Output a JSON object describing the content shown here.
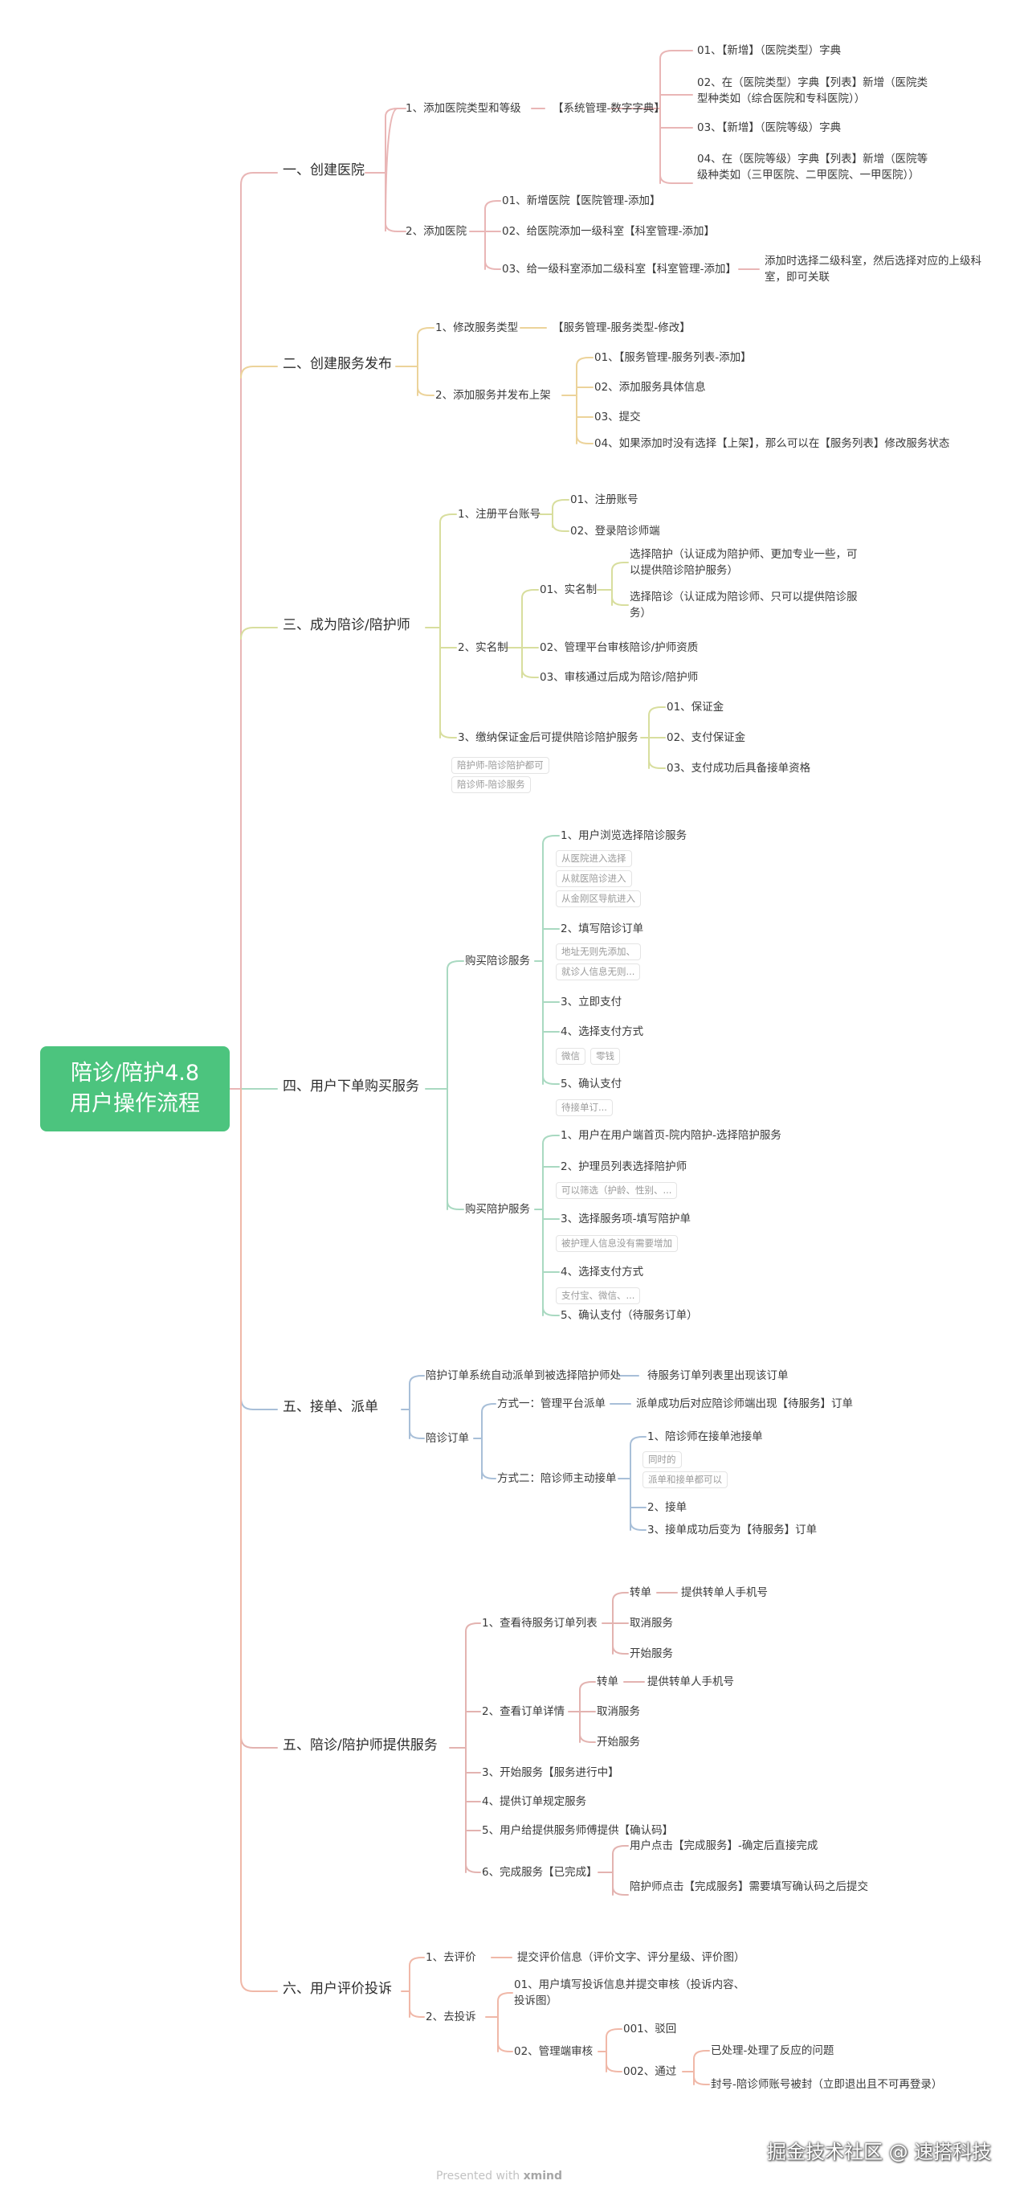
{
  "root": {
    "line1": "陪诊/陪护4.8",
    "line2": "用户操作流程"
  },
  "branches": {
    "b1": {
      "title": "一、创建医院",
      "a": "1、添加医院类型和等级",
      "a_link": "【系统管理-数字字典】",
      "a1": "01、【新增】（医院类型）字典",
      "a2": "02、在（医院类型）字典【列表】新增（医院类型种类如（综合医院和专科医院））",
      "a3": "03、【新增】（医院等级）字典",
      "a4": "04、在（医院等级）字典【列表】新增（医院等级种类如（三甲医院、二甲医院、一甲医院））",
      "b": "2、添加医院",
      "b1": "01、新增医院【医院管理-添加】",
      "b2": "02、给医院添加一级科室【科室管理-添加】",
      "b3": "03、给一级科室添加二级科室【科室管理-添加】",
      "b3_note": "添加时选择二级科室，然后选择对应的上级科室，即可关联"
    },
    "b2": {
      "title": "二、创建服务发布",
      "a": "1、修改服务类型",
      "a_link": "【服务管理-服务类型-修改】",
      "b": "2、添加服务并发布上架",
      "b1": "01、【服务管理-服务列表-添加】",
      "b2": "02、添加服务具体信息",
      "b3": "03、提交",
      "b4": "04、如果添加时没有选择【上架】，那么可以在【服务列表】修改服务状态"
    },
    "b3": {
      "title": "三、成为陪诊/陪护师",
      "a": "1、注册平台账号",
      "a1": "01、注册账号",
      "a2": "02、登录陪诊师端",
      "b": "2、实名制",
      "b1": "01、实名制",
      "b1a": "选择陪护（认证成为陪护师、更加专业一些，可以提供陪诊陪护服务）",
      "b1b": "选择陪诊（认证成为陪诊师、只可以提供陪诊服务）",
      "b2": "02、管理平台审核陪诊/护师资质",
      "b3": "03、审核通过后成为陪诊/陪护师",
      "c": "3、缴纳保证金后可提供陪诊陪护服务",
      "c1": "01、保证金",
      "c2": "02、支付保证金",
      "c3": "03、支付成功后具备接单资格",
      "c_note1": "陪护师-陪诊陪护都可",
      "c_note2": "陪诊师-陪诊服务"
    },
    "b4": {
      "title": "四、用户下单购买服务",
      "a": "购买陪诊服务",
      "a1": "1、用户浏览选择陪诊服务",
      "a1n1": "从医院进入选择",
      "a1n2": "从就医陪诊进入",
      "a1n3": "从金刚区导航进入",
      "a2": "2、填写陪诊订单",
      "a2n1": "地址无则先添加、",
      "a2n2": "就诊人信息无则...",
      "a3": "3、立即支付",
      "a4": "4、选择支付方式",
      "a4n1": "微信",
      "a4n2": "零钱",
      "a5": "5、确认支付",
      "a5n1": "待接单订...",
      "b": "购买陪护服务",
      "b1": "1、用户在用户端首页-院内陪护-选择陪护服务",
      "b2": "2、护理员列表选择陪护师",
      "b2n1": "可以筛选（护龄、性别、...",
      "b3": "3、选择服务项-填写陪护单",
      "b3n1": "被护理人信息没有需要增加",
      "b4": "4、选择支付方式",
      "b4n1": "支付宝、微信、...",
      "b5": "5、确认支付（待服务订单）"
    },
    "b5": {
      "title": "五、接单、派单",
      "a": "陪护订单系统自动派单到被选择陪护师处",
      "a_link": "待服务订单列表里出现该订单",
      "b": "陪诊订单",
      "b1": "方式一：管理平台派单",
      "b1_link": "派单成功后对应陪诊师端出现【待服务】订单",
      "b2": "方式二：陪诊师主动接单",
      "b2a": "1、陪诊师在接单池接单",
      "b2n1": "同时的",
      "b2n2": "派单和接单都可以",
      "b2b": "2、接单",
      "b2c": "3、接单成功后变为【待服务】订单"
    },
    "b6": {
      "title": "五、陪诊/陪护师提供服务",
      "a": "1、查看待服务订单列表",
      "a1": "转单",
      "a1_link": "提供转单人手机号",
      "a2": "取消服务",
      "a3": "开始服务",
      "b": "2、查看订单详情",
      "b1": "转单",
      "b1_link": "提供转单人手机号",
      "b2": "取消服务",
      "b3": "开始服务",
      "c": "3、开始服务【服务进行中】",
      "d": "4、提供订单规定服务",
      "e": "5、用户给提供服务师傅提供【确认码】",
      "f": "6、完成服务【已完成】",
      "f1": "用户点击【完成服务】-确定后直接完成",
      "f2": "陪护师点击【完成服务】需要填写确认码之后提交"
    },
    "b7": {
      "title": "六、用户评价投诉",
      "a": "1、去评价",
      "a_link": "提交评价信息（评价文字、评分星级、评价图）",
      "b": "2、去投诉",
      "b1": "01、用户填写投诉信息并提交审核（投诉内容、投诉图）",
      "b2": "02、管理端审核",
      "b2a": "001、驳回",
      "b2b": "002、通过",
      "b2b1": "已处理-处理了反应的问题",
      "b2b2": "封号-陪诊师账号被封（立即退出且不可再登录）"
    }
  },
  "footer": {
    "presented": "Presented with",
    "brand": "xmind"
  },
  "watermark": "掘金技术社区 @ 速搭科技",
  "colors": {
    "root": "#4cc47e",
    "b1": "#e9b6b6",
    "b2": "#ecd39a",
    "b3": "#d8de9e",
    "b4": "#a9d9c1",
    "b5": "#a8bfd8",
    "b6": "#e3b3b0",
    "b7": "#f0b8a8"
  }
}
